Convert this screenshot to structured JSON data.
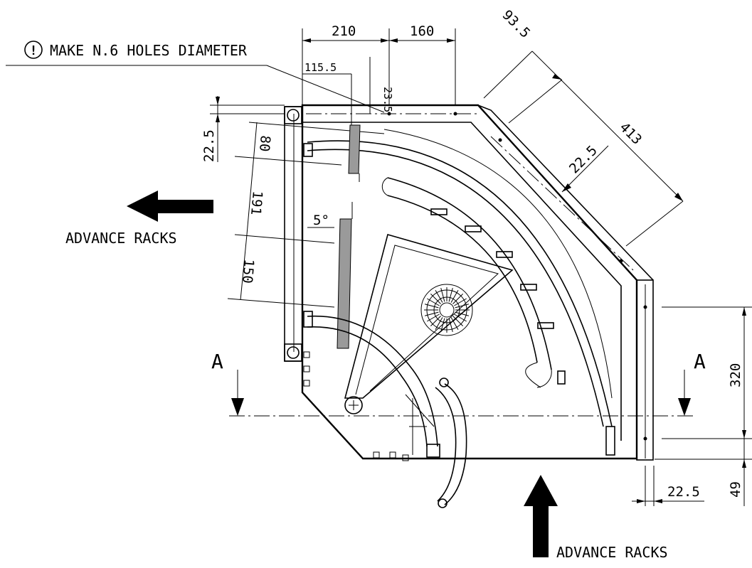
{
  "note": {
    "icon": "!",
    "text": "MAKE N.6 HOLES DIAMETER"
  },
  "dimensions": {
    "d210": "210",
    "d160": "160",
    "d93_5": "93.5",
    "d413": "413",
    "d115_5": "115.5",
    "d23_5": "23.5",
    "d22_5_left": "22.5",
    "d80": "80",
    "d191": "191",
    "d150": "150",
    "d5deg": "5°",
    "d22_5_diag": "22.5",
    "d320": "320",
    "d49": "49",
    "d22_5_bottom": "22.5"
  },
  "labels": {
    "advance_left": "ADVANCE RACKS",
    "advance_bottom": "ADVANCE RACKS",
    "section_left": "A",
    "section_right": "A"
  }
}
